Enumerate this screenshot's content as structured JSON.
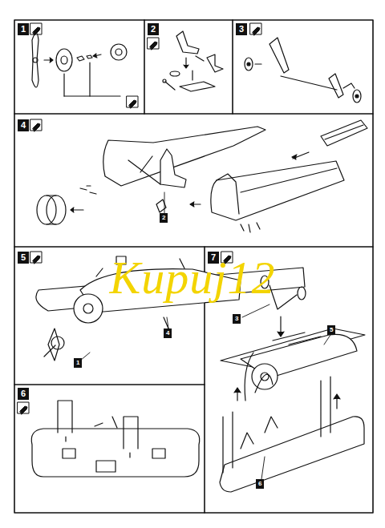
{
  "diagram": {
    "labels": [
      "1",
      "2",
      "3",
      "4",
      "5",
      "7",
      "6",
      "2",
      "1",
      "4",
      "3",
      "5",
      "6",
      "Kupuj12"
    ]
  }
}
